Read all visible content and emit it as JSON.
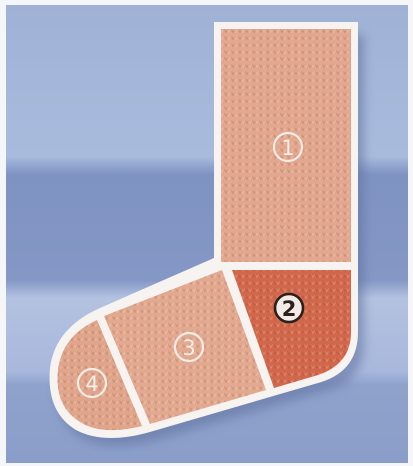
{
  "colors": {
    "background_top": "#9db0d4",
    "background_band_light": "#aebede",
    "background_band_dark": "#7e92c2",
    "background_bottom": "#8ea2cc",
    "frame_edge": "#f4f5f9",
    "outline": "#f6f3f0",
    "shadow": "#6a7aa6",
    "knit_light": "#e3a990",
    "knit_dark": "#d2674b",
    "badge_stroke_light": "#f2ece6",
    "badge_stroke_dark": "#2a201c"
  },
  "sections": [
    {
      "id": "leg",
      "number": "1",
      "color": "#e2a78e",
      "emphasis": false
    },
    {
      "id": "heel",
      "number": "2",
      "color": "#d2674b",
      "emphasis": true
    },
    {
      "id": "instep",
      "number": "3",
      "color": "#e3a990",
      "emphasis": false
    },
    {
      "id": "toe",
      "number": "4",
      "color": "#e0a58b",
      "emphasis": false
    }
  ]
}
